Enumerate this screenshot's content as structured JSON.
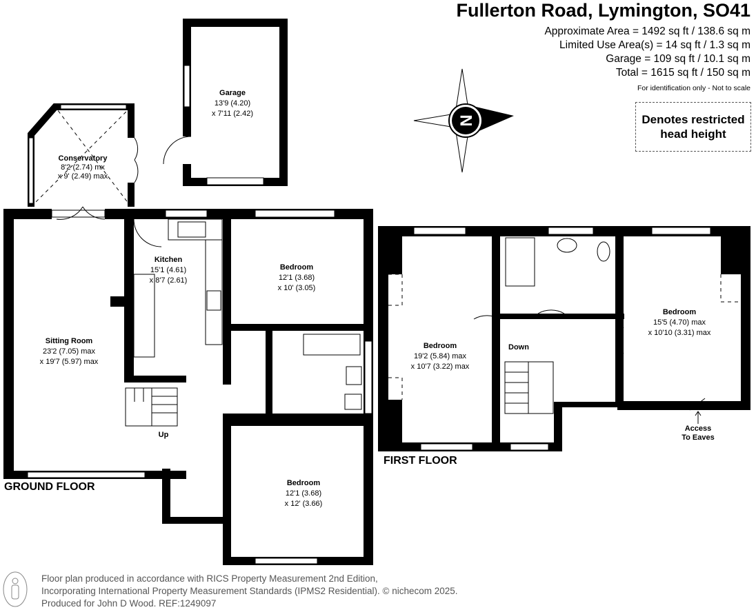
{
  "header": {
    "title": "Fullerton Road, Lymington, SO41",
    "areas": [
      "Approximate Area = 1492 sq ft / 138.6 sq m",
      "Limited Use Area(s) = 14 sq ft / 1.3 sq m",
      "Garage = 109 sq ft / 10.1 sq m",
      "Total = 1615 sq ft / 150 sq m"
    ],
    "note": "For identification only - Not to scale"
  },
  "legend": {
    "line1": "Denotes restricted",
    "line2": "head height"
  },
  "compass": {
    "label": "N"
  },
  "ground_floor": {
    "label": "GROUND FLOOR",
    "up_label": "Up",
    "rooms": {
      "garage": {
        "name": "Garage",
        "dim1": "13'9 (4.20)",
        "dim2": "x 7'11 (2.42)"
      },
      "conservatory": {
        "name": "Conservatory",
        "dim1": "8'2 (2.74) mx",
        "dim2": "x 9' (2.49) max"
      },
      "kitchen": {
        "name": "Kitchen",
        "dim1": "15'1 (4.61)",
        "dim2": "x 8'7 (2.61)"
      },
      "bedroom1": {
        "name": "Bedroom",
        "dim1": "12'1 (3.68)",
        "dim2": "x 10' (3.05)"
      },
      "sitting": {
        "name": "Sitting Room",
        "dim1": "23'2 (7.05) max",
        "dim2": "x 19'7 (5.97) max"
      },
      "bedroom2": {
        "name": "Bedroom",
        "dim1": "12'1 (3.68)",
        "dim2": "x 12' (3.66)"
      }
    }
  },
  "first_floor": {
    "label": "FIRST FLOOR",
    "down_label": "Down",
    "eaves_line1": "Access",
    "eaves_line2": "To Eaves",
    "rooms": {
      "bedroom_left": {
        "name": "Bedroom",
        "dim1": "19'2 (5.84) max",
        "dim2": "x 10'7 (3.22) max"
      },
      "bedroom_right": {
        "name": "Bedroom",
        "dim1": "15'5 (4.70) max",
        "dim2": "x 10'10 (3.31) max"
      }
    }
  },
  "footer": {
    "line1": "Floor plan produced in accordance with RICS Property Measurement 2nd Edition,",
    "line2": "Incorporating International Property Measurement Standards (IPMS2 Residential).   © nichecom 2025.",
    "line3": "Produced for John D Wood.    REF:1249097"
  }
}
